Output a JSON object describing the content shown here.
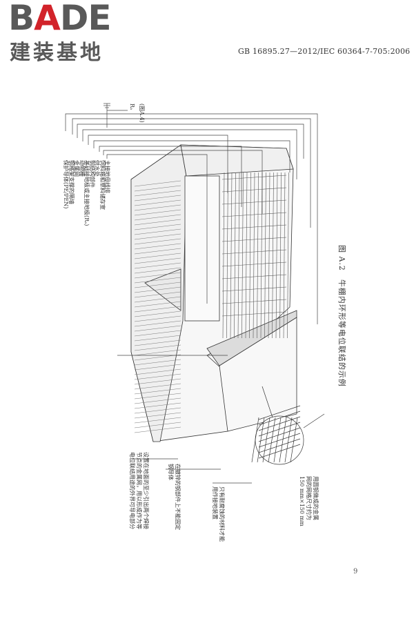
{
  "logo": {
    "brand_text": "BADE",
    "accent_letter_index": 1,
    "subtitle": "建装基地",
    "accent_color": "#d2232a",
    "text_color": "#595959"
  },
  "header": {
    "standard": "GB 16895.27—2012/IEC 60364-7-705:2006"
  },
  "figure": {
    "caption": "图 A.2　牛棚内环形等电位联结的示例",
    "top_labels": [
      "保护导体(PE/PEN)",
      "钢格架支撑的隔墙",
      "金属网",
      "动物栅",
      "基础接地极或主接地极(Rₐ)",
      "钢结构部件",
      "供水处",
      "饲料箱和草料储存室",
      "主接地母线排"
    ],
    "ra_label": "Rₐ",
    "ra_ref": "(图A.4)",
    "bottom_notes": [
      "设置在地面的至少引出两个焊接\n节点的金属网，用以形成作为等\n电位联结用途的外界可导电部分",
      "在镀锌的钢部件上不能固定\n钢导体",
      "只有耐腐蚀的材料才能\n用作接地装置",
      "用圆钢做成的金属\n网的网格尺寸约为\n150 mm×150 mm"
    ]
  },
  "page_number": "9"
}
